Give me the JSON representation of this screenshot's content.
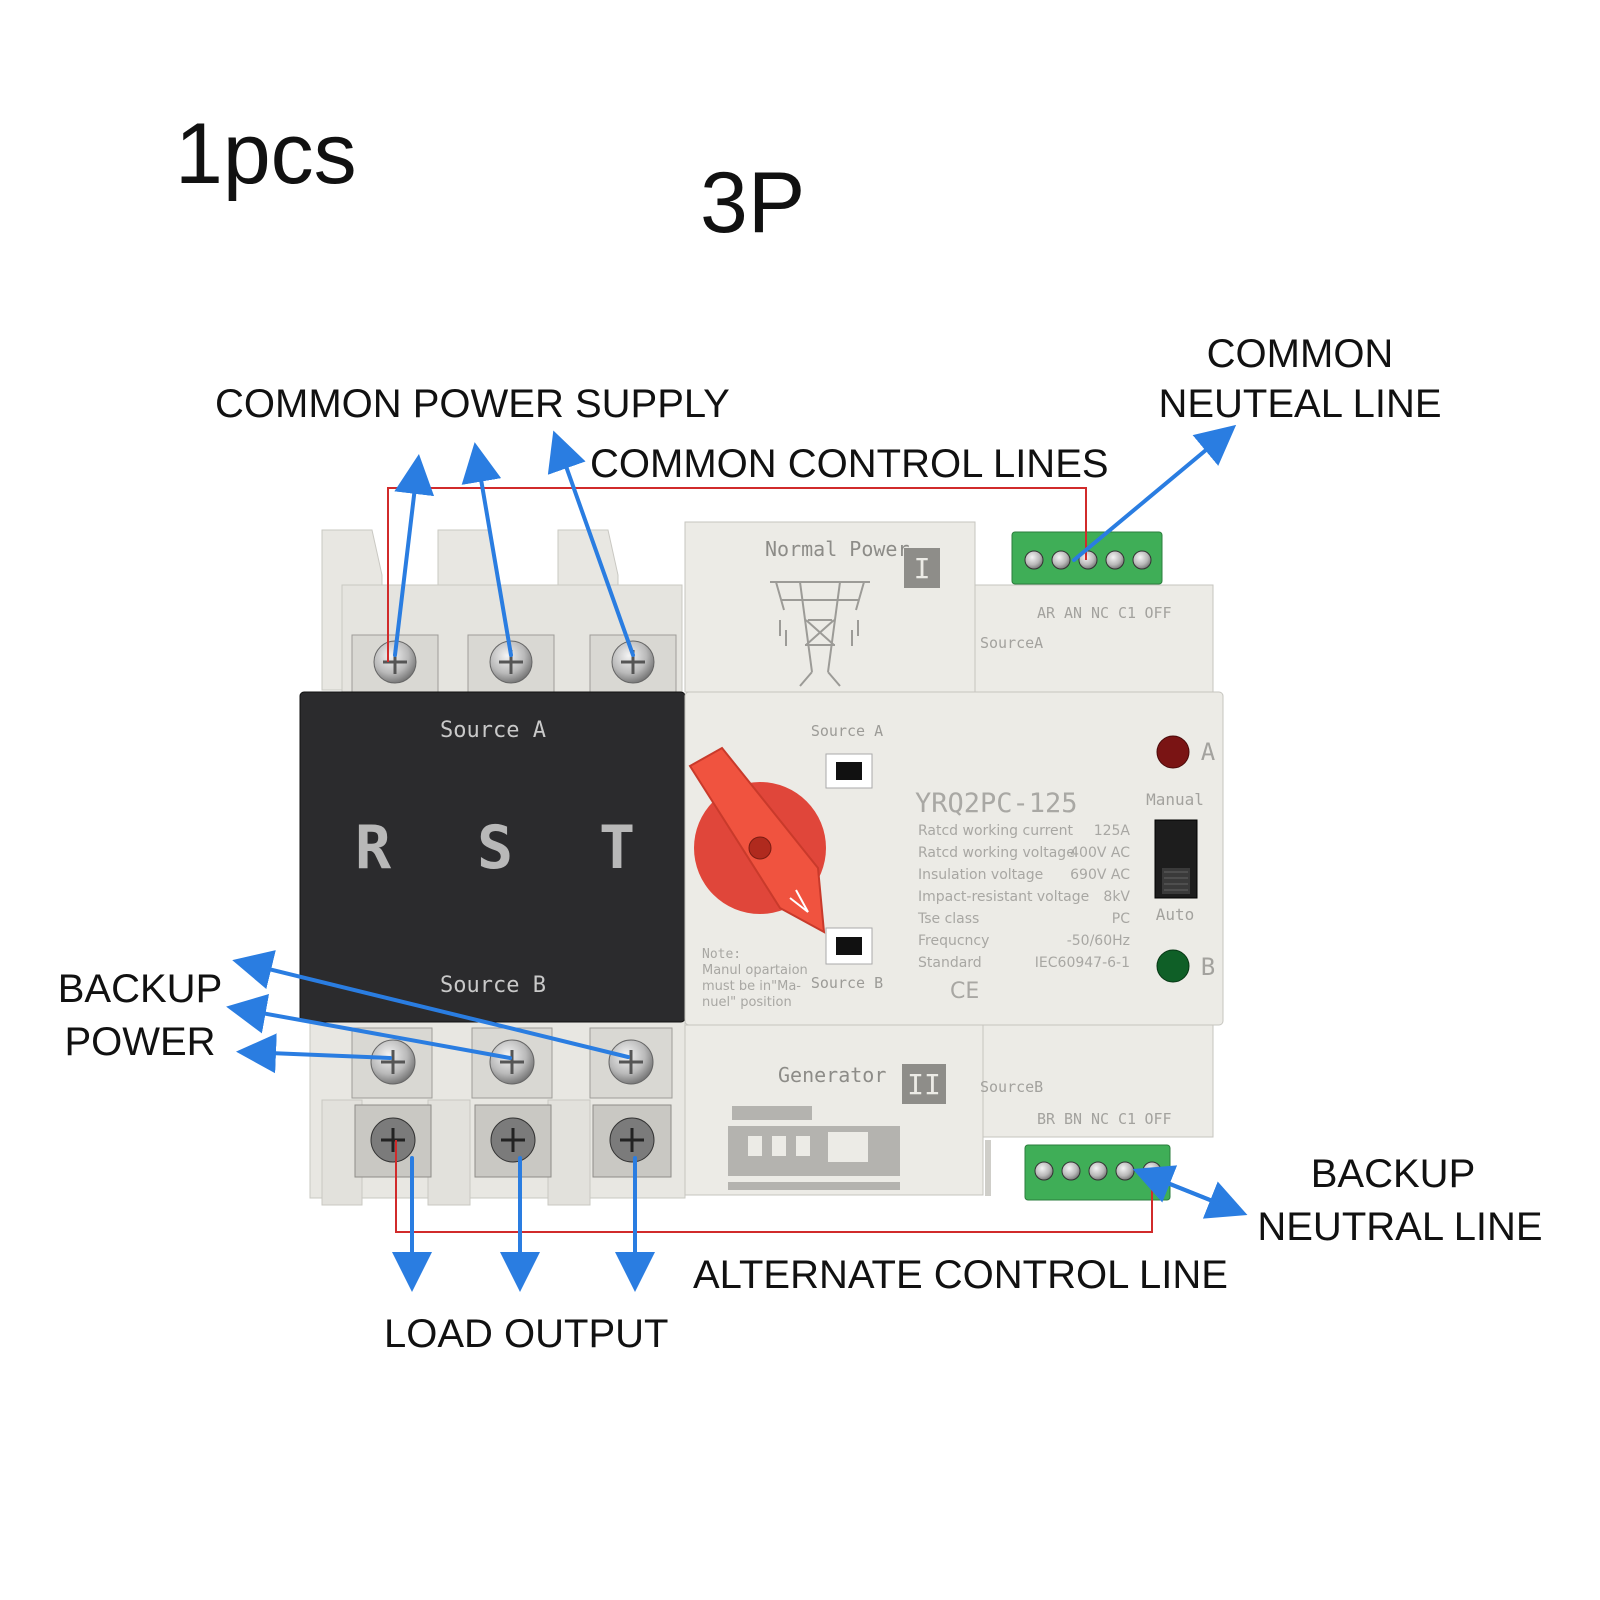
{
  "header": {
    "quantity": "1pcs",
    "poles": "3P"
  },
  "labels": {
    "common_power_supply": "COMMON POWER SUPPLY",
    "common_control_lines": "COMMON CONTROL LINES",
    "common_neutral_line_1": "COMMON",
    "common_neutral_line_2": "NEUTEAL LINE",
    "backup_power_1": "BACKUP",
    "backup_power_2": "POWER",
    "backup_neutral_line_1": "BACKUP",
    "backup_neutral_line_2": "NEUTRAL LINE",
    "alternate_control_line": "ALTERNATE CONTROL LINE",
    "load_output": "LOAD OUTPUT"
  },
  "device": {
    "normal_power": "Normal Power",
    "section_one": "I",
    "section_two": "II",
    "source_a_terminals": [
      "AR",
      "AN",
      "NC",
      "C1",
      "OFF"
    ],
    "source_a_small": "SourceA",
    "source_b_terminals": [
      "BR",
      "BN",
      "NC",
      "C1",
      "OFF"
    ],
    "source_b_small": "SourceB",
    "cover_source_a": "Source A",
    "cover_source_b": "Source B",
    "phases": [
      "R",
      "S",
      "T"
    ],
    "panel_source_a": "Source A",
    "panel_source_b": "Source B",
    "model": "YRQ2PC-125",
    "specs": [
      {
        "name": "Ratcd working current",
        "value": "125A"
      },
      {
        "name": "Ratcd working voltage",
        "value": "400V AC"
      },
      {
        "name": "Insulation voltage",
        "value": "690V AC"
      },
      {
        "name": "Impact-resistant voltage",
        "value": "8kV"
      },
      {
        "name": "Tse class",
        "value": "PC"
      },
      {
        "name": "Frequcncy",
        "value": "-50/60Hz"
      },
      {
        "name": "Standard",
        "value": "IEC60947-6-1"
      }
    ],
    "ce_mark": "CE",
    "note_title": "Note:",
    "note_lines": [
      "Manul opartaion",
      "must be in\"Ma-",
      "nuel\" position"
    ],
    "indicator_a": "A",
    "indicator_b": "B",
    "mode_manual": "Manual",
    "mode_auto": "Auto",
    "generator": "Generator"
  },
  "colors": {
    "arrow": "#2a7de1",
    "wire": "#d12b2b",
    "housing": "#ecebe6",
    "cover": "#2b2b2d",
    "handle": "#f0533f",
    "terminal_block": "#3fae57",
    "led_a": "#7a1414",
    "led_b": "#0f5f27"
  }
}
